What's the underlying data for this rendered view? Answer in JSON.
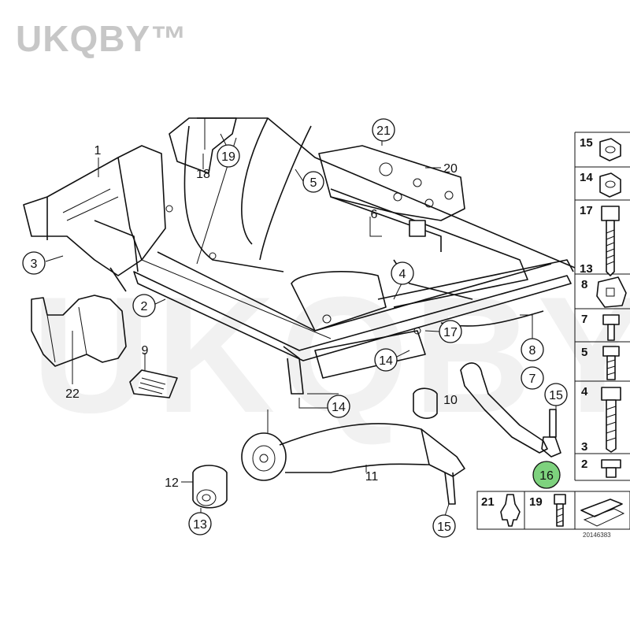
{
  "watermark": {
    "text": "UKQBY™"
  },
  "callouts": {
    "c1": "1",
    "c2": "2",
    "c3": "3",
    "c4": "4",
    "c5": "5",
    "c6": "6",
    "c7": "7",
    "c8": "8",
    "c9": "9",
    "c10": "10",
    "c11": "11",
    "c12": "12",
    "c13": "13",
    "c14a": "14",
    "c14b": "14",
    "c15a": "15",
    "c15b": "15",
    "c16": "16",
    "c17": "17",
    "c18": "18",
    "c19": "19",
    "c20": "20",
    "c21": "21",
    "c22": "22"
  },
  "sidebar": {
    "items": [
      "15",
      "14",
      "17",
      "13",
      "8",
      "7",
      "5",
      "4",
      "3",
      "2"
    ]
  },
  "bottom_box": {
    "left": "21",
    "right": "19"
  },
  "diagram_code": "20146383",
  "colors": {
    "highlight": "#7ed27e",
    "line": "#111111",
    "watermark": "#c7c7c7"
  }
}
